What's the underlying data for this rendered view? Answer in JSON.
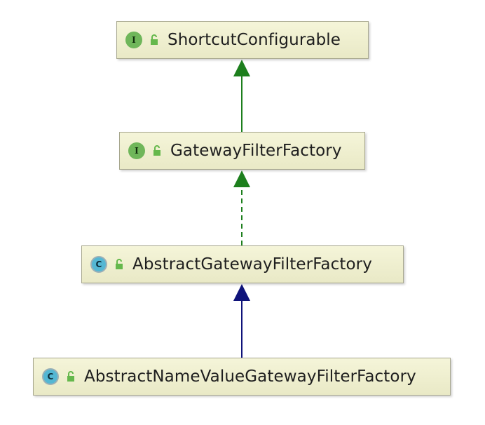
{
  "diagram": {
    "nodes": [
      {
        "id": "shortcut_configurable",
        "kind": "interface",
        "badge": "I",
        "label": "ShortcutConfigurable"
      },
      {
        "id": "gateway_filter_factory",
        "kind": "interface",
        "badge": "I",
        "label": "GatewayFilterFactory"
      },
      {
        "id": "abstract_gateway_filter_factory",
        "kind": "class",
        "badge": "C",
        "label": "AbstractGatewayFilterFactory"
      },
      {
        "id": "abstract_name_value_gateway_filter_factory",
        "kind": "class",
        "badge": "C",
        "label": "AbstractNameValueGatewayFilterFactory"
      }
    ],
    "edges": [
      {
        "from": "gateway_filter_factory",
        "to": "shortcut_configurable",
        "type": "extends",
        "line": "solid",
        "color": "#1d7f1d"
      },
      {
        "from": "abstract_gateway_filter_factory",
        "to": "gateway_filter_factory",
        "type": "implements",
        "line": "dashed",
        "color": "#1d7f1d"
      },
      {
        "from": "abstract_name_value_gateway_filter_factory",
        "to": "abstract_gateway_filter_factory",
        "type": "extends",
        "line": "solid",
        "color": "#0f137a"
      }
    ],
    "colors": {
      "node_fill": "#f0f0d2",
      "node_border": "#a7a78e",
      "interface_badge": "#6fb65a",
      "class_badge": "#54b7d3",
      "lock_icon": "#65b84c"
    },
    "icons": {
      "interface": "interface-icon",
      "class": "class-icon",
      "visibility": "unlocked-padlock-icon"
    }
  }
}
